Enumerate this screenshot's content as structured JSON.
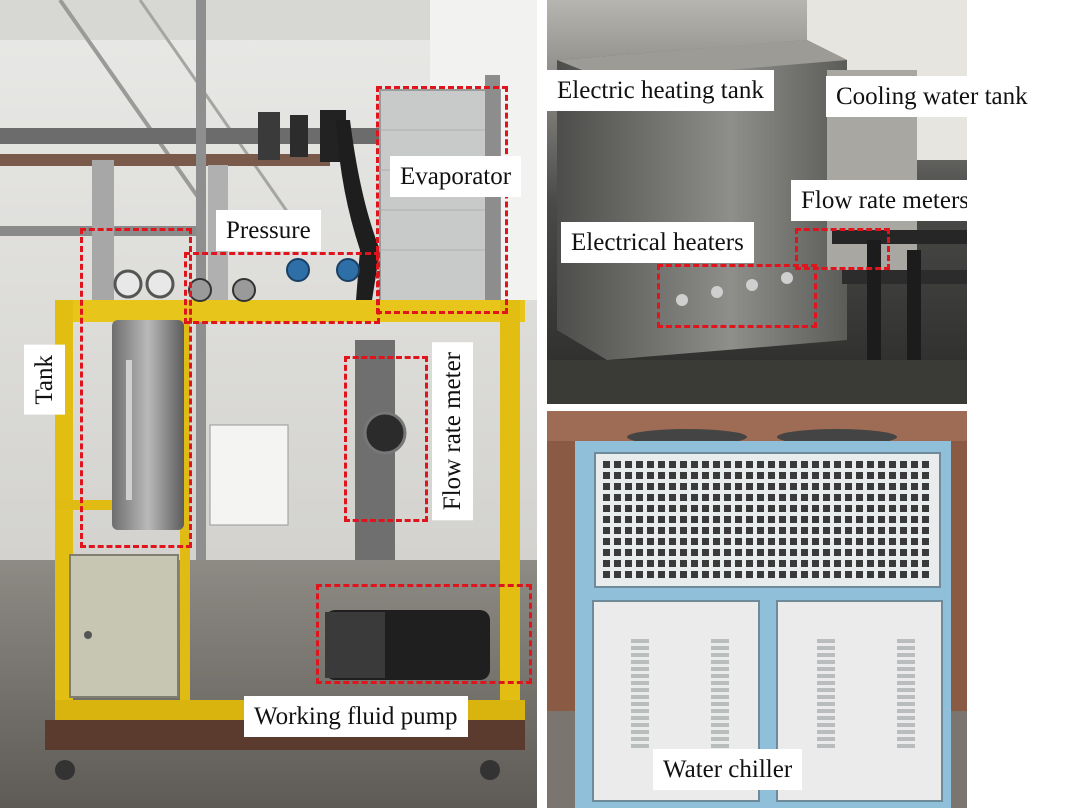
{
  "labels": {
    "evaporator": "Evaporator",
    "pressure": "Pressure",
    "tank": "Tank",
    "flow_rate_meter": "Flow rate meter",
    "working_fluid_pump": "Working fluid pump",
    "electric_heating_tank": "Electric heating tank",
    "cooling_water_tank": "Cooling water tank",
    "flow_rate_meters": "Flow rate meters",
    "electrical_heaters": "Electrical heaters",
    "water_chiller": "Water chiller"
  },
  "colors": {
    "annotation_box": "#e0141c",
    "frame_yellow": "#e8c51a",
    "chiller_blue": "#8fbfd9"
  }
}
